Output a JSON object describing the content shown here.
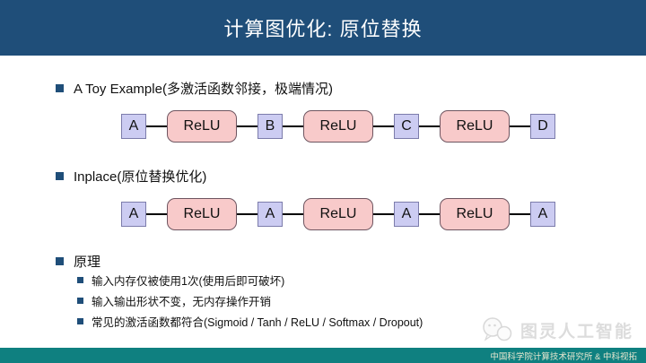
{
  "header": {
    "title": "计算图优化: 原位替换"
  },
  "sections": {
    "toy_example": {
      "label": "A Toy Example(多激活函数邻接，极端情况)"
    },
    "inplace": {
      "label": "Inplace(原位替换优化)"
    },
    "principle": {
      "label": "原理"
    }
  },
  "diagram_before": {
    "nodes": [
      {
        "type": "var",
        "label": "A"
      },
      {
        "type": "op",
        "label": "ReLU"
      },
      {
        "type": "var",
        "label": "B"
      },
      {
        "type": "op",
        "label": "ReLU"
      },
      {
        "type": "var",
        "label": "C"
      },
      {
        "type": "op",
        "label": "ReLU"
      },
      {
        "type": "var",
        "label": "D"
      }
    ]
  },
  "diagram_after": {
    "nodes": [
      {
        "type": "var",
        "label": "A"
      },
      {
        "type": "op",
        "label": "ReLU"
      },
      {
        "type": "var",
        "label": "A"
      },
      {
        "type": "op",
        "label": "ReLU"
      },
      {
        "type": "var",
        "label": "A"
      },
      {
        "type": "op",
        "label": "ReLU"
      },
      {
        "type": "var",
        "label": "A"
      }
    ]
  },
  "principles": {
    "items": [
      "输入内存仅被使用1次(使用后即可破坏)",
      "输入输出形状不变，无内存操作开销",
      "常见的激活函数都符合(Sigmoid / Tanh / ReLU / Softmax / Dropout)"
    ]
  },
  "watermark": {
    "label": "图灵人工智能"
  },
  "footer": {
    "text": "中国科学院计算技术研究所 & 中科视拓"
  },
  "colors": {
    "title_bg": "#1f4e79",
    "footer_bg": "#0f8080",
    "var_node_fill": "#ccccf2",
    "op_node_fill": "#f8caca",
    "bullet": "#1f4e79",
    "watermark_gray": "#dcdcdc"
  }
}
